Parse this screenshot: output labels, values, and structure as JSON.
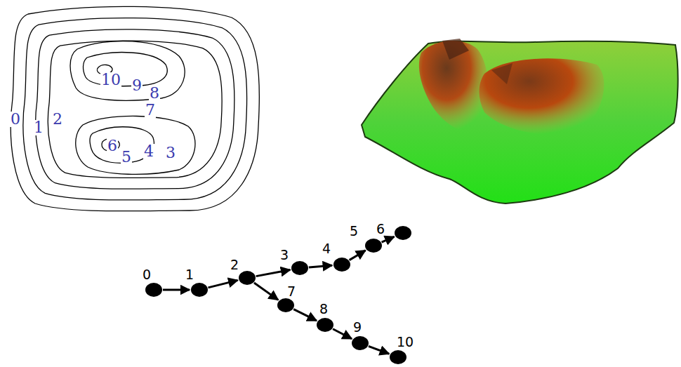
{
  "diagram": {
    "nodes": [
      {
        "text": [
          "0"
        ]
      },
      {
        "text": [
          "1"
        ]
      },
      {
        "text": [
          "2"
        ]
      },
      {
        "text": [
          "3"
        ]
      },
      {
        "text": [
          "4"
        ]
      },
      {
        "text": [
          "5"
        ]
      },
      {
        "text": [
          "6"
        ]
      },
      {
        "text": [
          "7"
        ]
      },
      {
        "text": [
          "8"
        ]
      },
      {
        "text": [
          "9"
        ]
      },
      {
        "text": [
          "10"
        ]
      }
    ],
    "edges": [
      {
        "from": 0,
        "to": 1,
        "arrow": "to"
      },
      {
        "from": 1,
        "to": 2,
        "arrow": "to"
      },
      {
        "from": 2,
        "to": 3,
        "arrow": "to"
      },
      {
        "from": 3,
        "to": 4,
        "arrow": "to"
      },
      {
        "from": 4,
        "to": 5,
        "arrow": "to"
      },
      {
        "from": 5,
        "to": 6,
        "arrow": "to"
      },
      {
        "from": 2,
        "to": 7,
        "arrow": "to"
      },
      {
        "from": 7,
        "to": 8,
        "arrow": "to"
      },
      {
        "from": 8,
        "to": 9,
        "arrow": "to"
      },
      {
        "from": 9,
        "to": 10,
        "arrow": "to"
      }
    ],
    "labels": [
      "0",
      "1",
      "2",
      "10",
      "9",
      "8",
      "7",
      "6",
      "5",
      "4",
      "3"
    ]
  }
}
